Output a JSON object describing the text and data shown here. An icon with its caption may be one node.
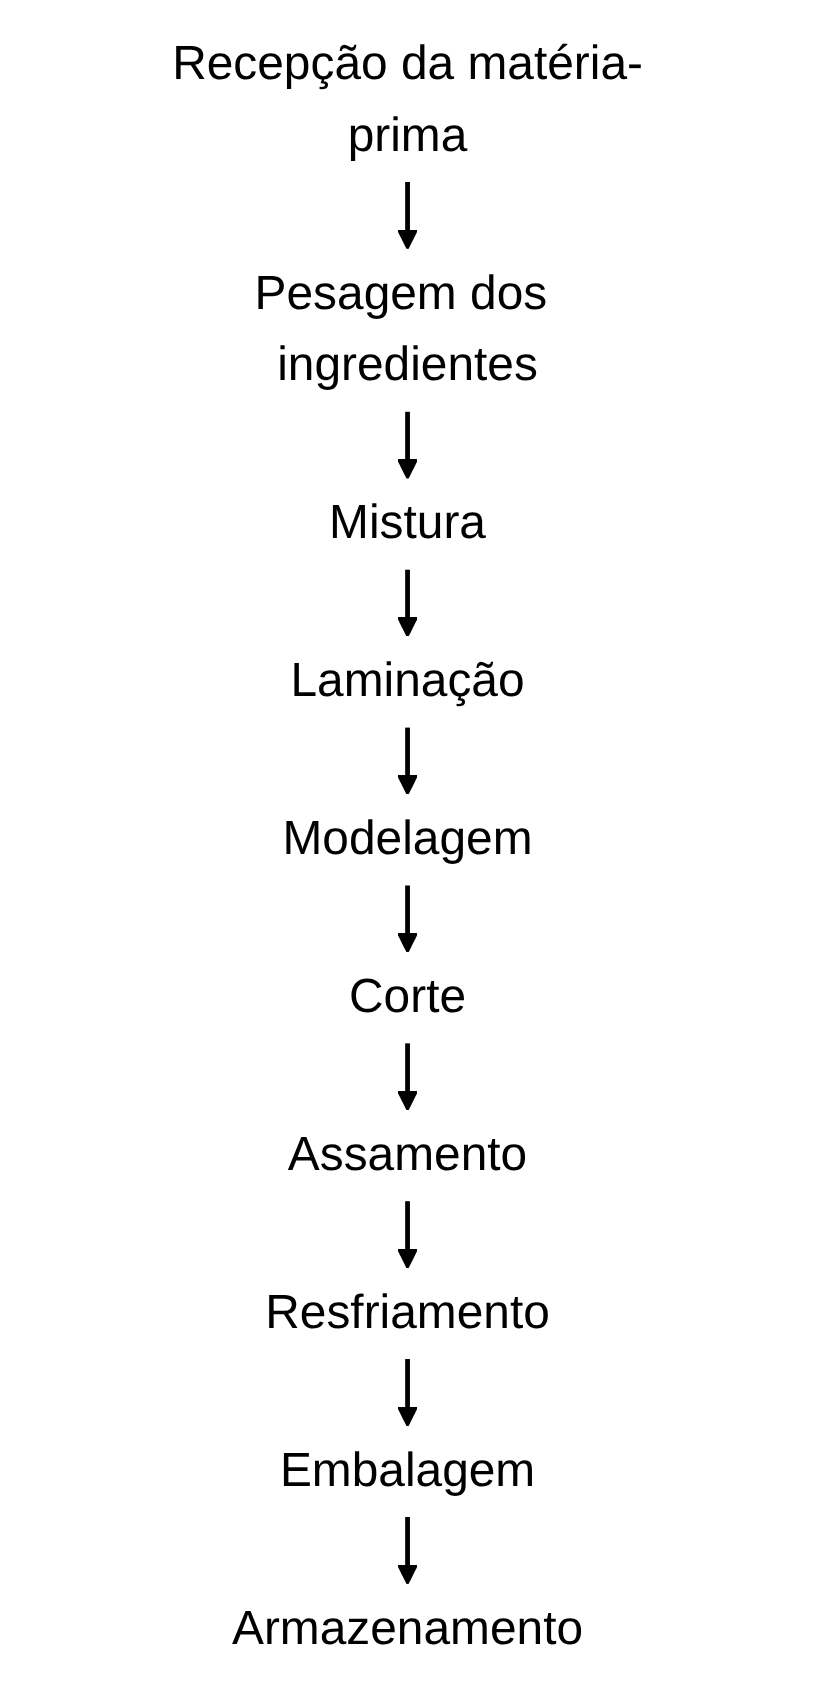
{
  "diagram": {
    "nodes": [
      {
        "text": [
          "Recepção da matéria-prima"
        ]
      },
      {
        "text": [
          "Pesagem dos ingredientes"
        ]
      },
      {
        "text": [
          "Mistura"
        ]
      },
      {
        "text": [
          "Laminação"
        ]
      },
      {
        "text": [
          "Modelagem"
        ]
      },
      {
        "text": [
          "Corte"
        ]
      },
      {
        "text": [
          "Assamento"
        ]
      },
      {
        "text": [
          "Resfriamento"
        ]
      },
      {
        "text": [
          "Embalagem"
        ]
      },
      {
        "text": [
          "Armazenamento"
        ]
      }
    ],
    "edges": [
      {
        "from": 0,
        "to": 1,
        "arrow": "to"
      },
      {
        "from": 1,
        "to": 2,
        "arrow": "to"
      },
      {
        "from": 2,
        "to": 3,
        "arrow": "to"
      },
      {
        "from": 3,
        "to": 4,
        "arrow": "to"
      },
      {
        "from": 4,
        "to": 5,
        "arrow": "to"
      },
      {
        "from": 5,
        "to": 6,
        "arrow": "to"
      },
      {
        "from": 6,
        "to": 7,
        "arrow": "to"
      },
      {
        "from": 7,
        "to": 8,
        "arrow": "to"
      },
      {
        "from": 8,
        "to": 9,
        "arrow": "to"
      }
    ]
  }
}
